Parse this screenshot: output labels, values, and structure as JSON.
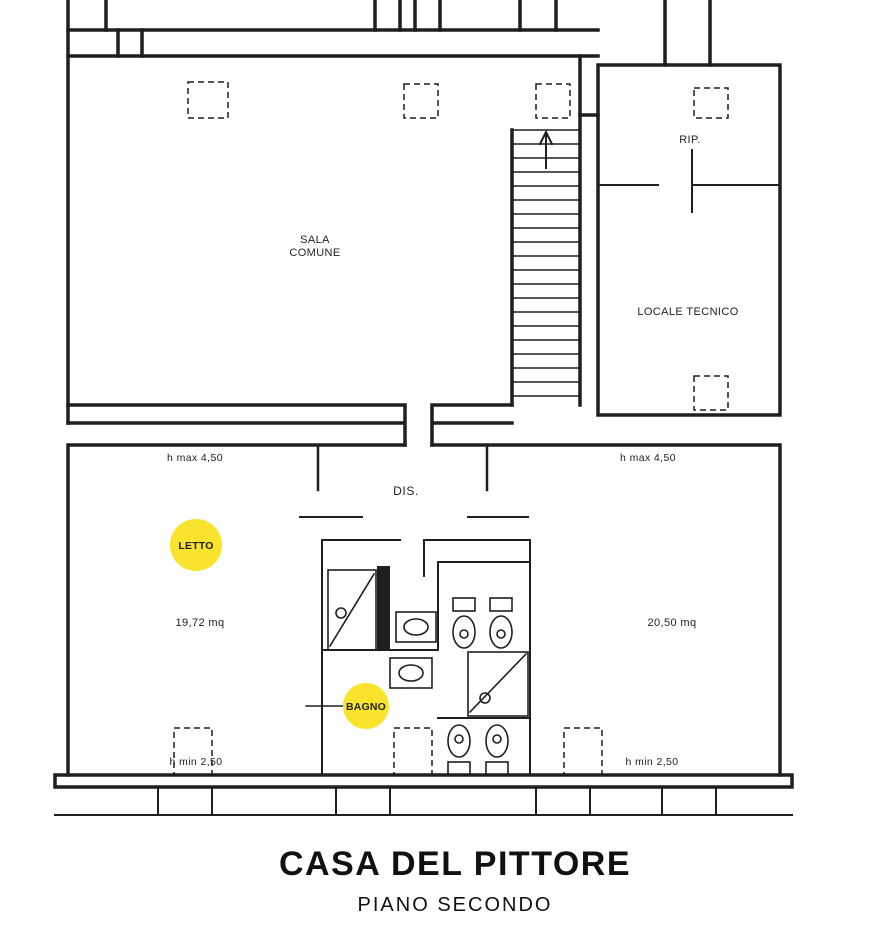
{
  "title": {
    "main": "CASA DEL PITTORE",
    "subtitle": "PIANO SECONDO"
  },
  "labels": {
    "sala1": "SALA",
    "sala2": "COMUNE",
    "rip": "RIP.",
    "locale_tecnico": "LOCALE TECNICO",
    "dis": "DIS.",
    "letto": "LETTO",
    "bagno": "BAGNO"
  },
  "annotations": {
    "h_max_left": "h max 4,50",
    "h_max_right": "h max 4,50",
    "h_min_left": "h min 2,50",
    "h_min_right": "h min 2,50",
    "area_letto": "19,72 mq",
    "area_right": "20,50 mq"
  },
  "colors": {
    "line": "#1f1f1f",
    "highlight": "#f9e32d",
    "background": "#ffffff"
  }
}
